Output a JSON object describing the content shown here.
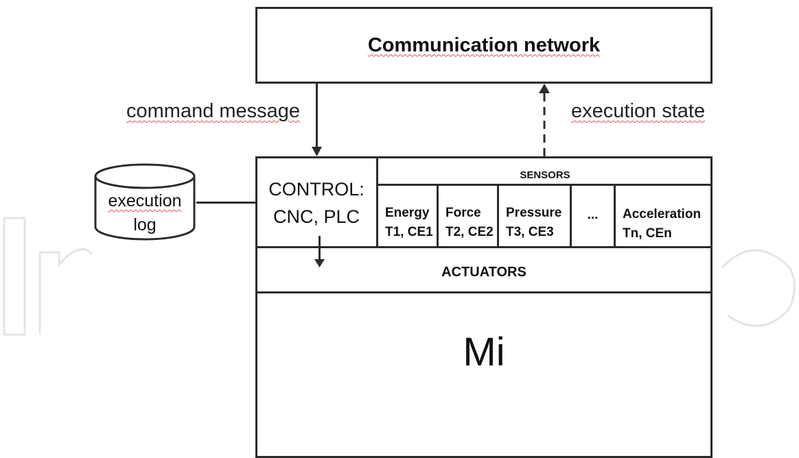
{
  "network": {
    "label": "Communication network"
  },
  "arrows": {
    "command": "command message",
    "state": "execution state"
  },
  "log": {
    "line1": "execution",
    "line2": "log"
  },
  "control": {
    "line1": "CONTROL:",
    "line2": "CNC, PLC"
  },
  "sensors": {
    "title": "SENSORS",
    "items": [
      {
        "name": "Energy",
        "code": "T1, CE1"
      },
      {
        "name": "Force",
        "code": "T2, CE2"
      },
      {
        "name": "Pressure",
        "code": "T3, CE3"
      },
      {
        "name": "...",
        "code": ""
      },
      {
        "name": "Acceleration",
        "code": "Tn, CEn"
      }
    ]
  },
  "actuators": {
    "label": "ACTUATORS"
  },
  "machine": {
    "label": "Mi"
  }
}
